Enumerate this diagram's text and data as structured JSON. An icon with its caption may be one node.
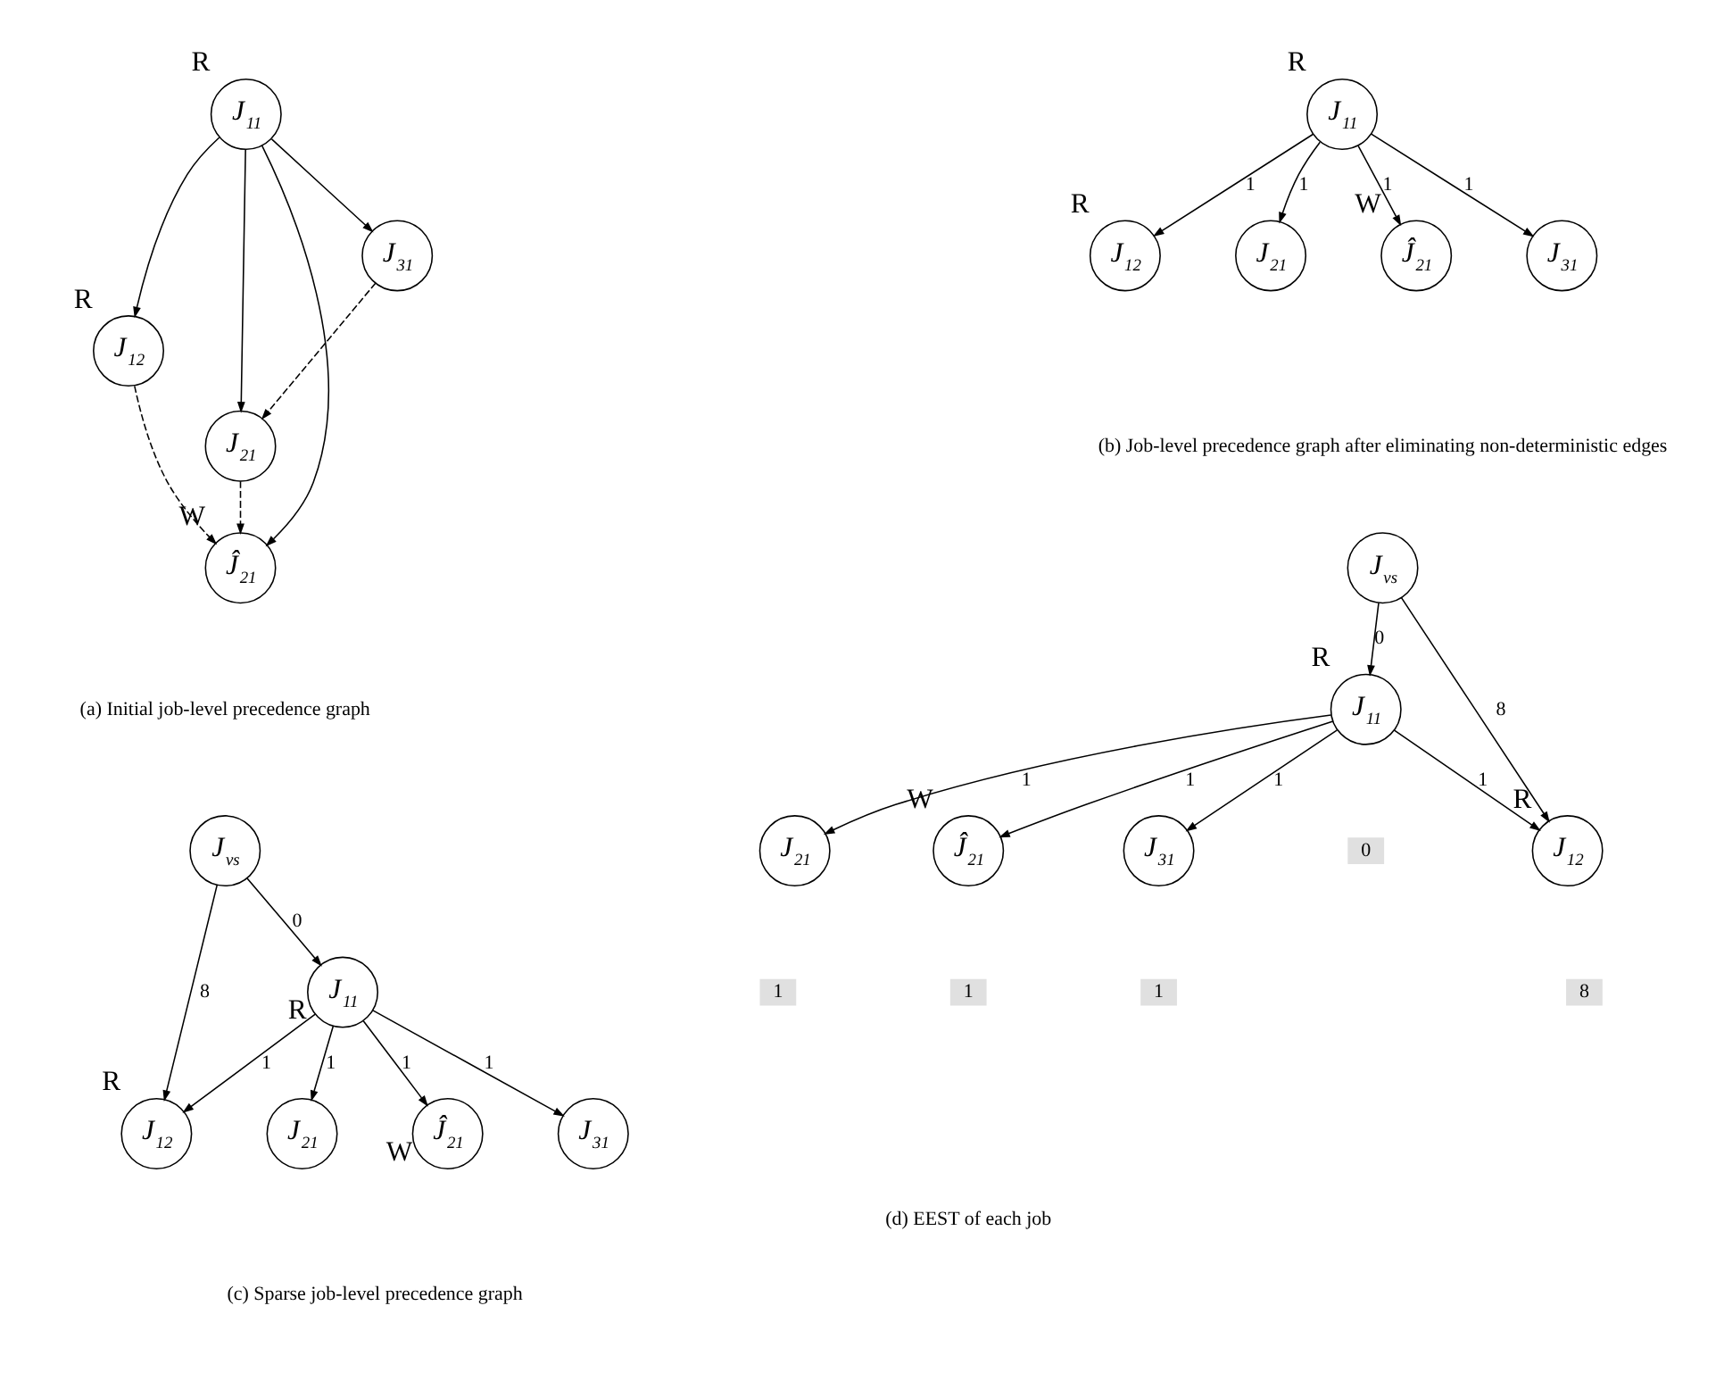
{
  "diagram": {
    "nodes": [
      {
        "text": [
          "J$_{11}$"
        ],
        "beside": [
          "R"
        ]
      },
      {
        "text": [
          "J$_{12}$"
        ],
        "beside": [
          "R"
        ]
      },
      {
        "text": [
          "J$_{21}$"
        ]
      },
      {
        "text": [
          "Ĵ$_{21}$"
        ],
        "beside": [
          "W"
        ]
      },
      {
        "text": [
          "J$_{31}$"
        ]
      },
      {
        "text": [
          "J$_{11}$"
        ],
        "beside": [
          "R"
        ]
      },
      {
        "text": [
          "J$_{12}$"
        ],
        "beside": [
          "R"
        ]
      },
      {
        "text": [
          "J$_{21}$"
        ]
      },
      {
        "text": [
          "Ĵ$_{21}$"
        ],
        "beside": [
          "W"
        ]
      },
      {
        "text": [
          "J$_{31}$"
        ]
      },
      {
        "text": [
          "J$_{vs}$"
        ]
      },
      {
        "text": [
          "J$_{11}$"
        ],
        "beside": [
          "R"
        ]
      },
      {
        "text": [
          "J$_{12}$"
        ],
        "beside": [
          "R"
        ]
      },
      {
        "text": [
          "J$_{21}$"
        ]
      },
      {
        "text": [
          "Ĵ$_{21}$"
        ],
        "beside": [
          "W"
        ]
      },
      {
        "text": [
          "J$_{31}$"
        ]
      },
      {
        "text": [
          "J$_{vs}$"
        ]
      },
      {
        "text": [
          "J$_{11}$"
        ],
        "beside": [
          "R"
        ]
      },
      {
        "text": [
          "0"
        ]
      },
      {
        "text": [
          "J$_{12}$"
        ],
        "beside": [
          "R"
        ]
      },
      {
        "text": [
          "8"
        ]
      },
      {
        "text": [
          "J$_{21}$"
        ]
      },
      {
        "text": [
          "1"
        ]
      },
      {
        "text": [
          "Ĵ$_{21}$"
        ],
        "beside": [
          "W"
        ]
      },
      {
        "text": [
          "1"
        ]
      },
      {
        "text": [
          "J$_{31}$"
        ]
      },
      {
        "text": [
          "1"
        ]
      }
    ],
    "edges": [
      {
        "from": 0,
        "to": 1,
        "arrow": "to"
      },
      {
        "from": 0,
        "to": 3,
        "arrow": "to"
      },
      {
        "from": 0,
        "to": 2,
        "arrow": "to"
      },
      {
        "from": 0,
        "to": 4,
        "arrow": "to"
      },
      {
        "from": 1,
        "to": 3,
        "arrow": "to",
        "style": "dashed"
      },
      {
        "from": 2,
        "to": 3,
        "arrow": "to",
        "style": "dashed"
      },
      {
        "from": 4,
        "to": 2,
        "arrow": "to",
        "style": "dashed"
      },
      {
        "from": 5,
        "to": 6,
        "arrow": "to",
        "label": "1"
      },
      {
        "from": 5,
        "to": 8,
        "arrow": "to",
        "label": "1"
      },
      {
        "from": 5,
        "to": 7,
        "arrow": "to",
        "label": "1"
      },
      {
        "from": 5,
        "to": 9,
        "arrow": "to",
        "label": "1"
      },
      {
        "from": 10,
        "to": 12,
        "arrow": "to",
        "label": "8"
      },
      {
        "from": 10,
        "to": 11,
        "arrow": "to",
        "label": "0"
      },
      {
        "from": 11,
        "to": 12,
        "arrow": "to",
        "label": "1"
      },
      {
        "from": 11,
        "to": 14,
        "arrow": "to",
        "label": "1"
      },
      {
        "from": 11,
        "to": 13,
        "arrow": "to",
        "label": "1"
      },
      {
        "from": 11,
        "to": 15,
        "arrow": "to",
        "label": "1"
      },
      {
        "from": 16,
        "to": 19,
        "arrow": "to",
        "label": "8"
      },
      {
        "from": 16,
        "to": 17,
        "arrow": "to",
        "label": "0"
      },
      {
        "from": 17,
        "to": 19,
        "arrow": "to",
        "label": "1"
      },
      {
        "from": 17,
        "to": 23,
        "arrow": "to",
        "label": "1"
      },
      {
        "from": 17,
        "to": 21,
        "arrow": "to",
        "label": "1"
      },
      {
        "from": 17,
        "to": 25,
        "arrow": "to",
        "label": "1"
      }
    ],
    "labels": [
      "(a) Initial job-level precedence graph",
      "(b) Job-level precedence graph after eliminating non-deterministic edges",
      "(c) Sparse job-level precedence graph",
      "(d) EEST of each job"
    ]
  }
}
